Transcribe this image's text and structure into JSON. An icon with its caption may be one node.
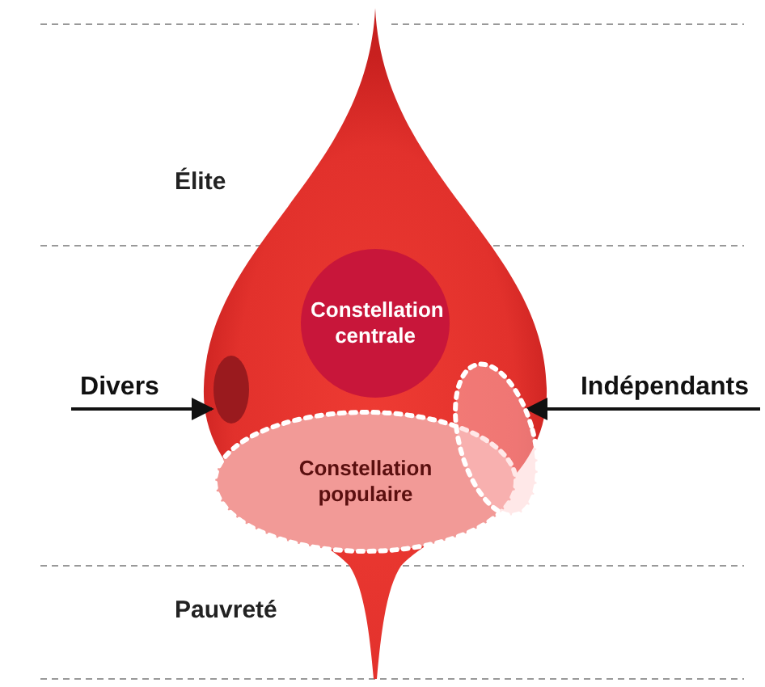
{
  "diagram": {
    "nodes": [
      {
        "text": [
          "Constellation centrale"
        ]
      },
      {
        "text": [
          "Divers"
        ]
      },
      {
        "text": [],
        "shape": "ellipse"
      },
      {
        "text": [
          "Constellation populaire"
        ]
      },
      {
        "text": [],
        "shape": "ellipse"
      },
      {
        "text": [
          "Indépendants"
        ]
      }
    ],
    "edges": [
      {
        "from": 1,
        "to": 2,
        "arrow": "to"
      },
      {
        "from": 5,
        "to": 4,
        "arrow": "to"
      }
    ],
    "labels": [
      "Élite",
      "Pauvreté"
    ]
  }
}
